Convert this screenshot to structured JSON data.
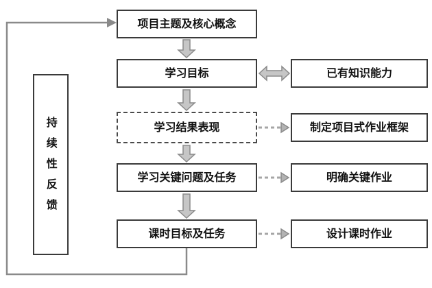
{
  "diagram": {
    "nodes": {
      "topic": "项目主题及核心概念",
      "goal": "学习目标",
      "prior_knowledge": "已有知识能力",
      "outcome": "学习结果表现",
      "framework": "制定项目式作业框架",
      "key_tasks": "学习关键问题及任务",
      "key_assignment": "明确关键作业",
      "lesson_goal": "课时目标及任务",
      "lesson_assignment": "设计课时作业",
      "feedback": "持续性反馈"
    },
    "colors": {
      "box_border": "#3a3a3a",
      "arrow_gray": "#8a8a8a",
      "block_arrow_fill": "#c6c6c6",
      "text": "#111111",
      "background": "#ffffff"
    }
  }
}
